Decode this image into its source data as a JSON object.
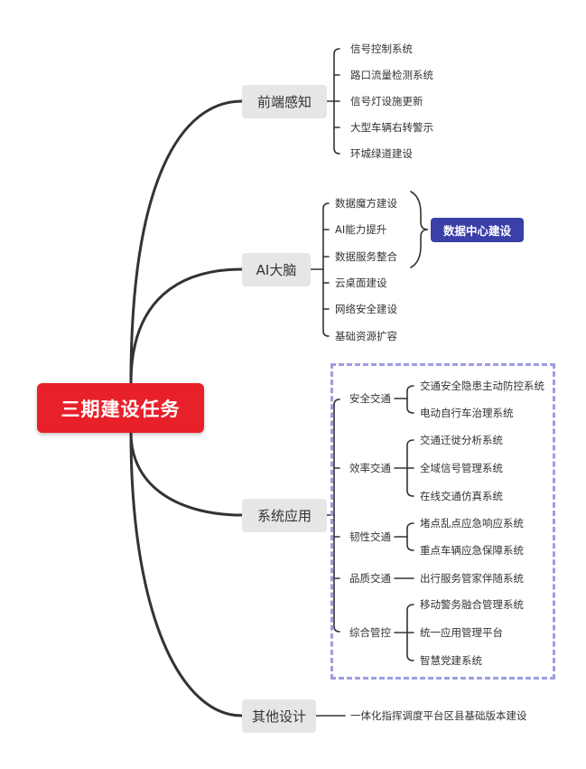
{
  "root": "三期建设任务",
  "branches": [
    {
      "label": "前端感知",
      "items": [
        "信号控制系统",
        "路口流量检测系统",
        "信号灯设施更新",
        "大型车辆右转警示",
        "环城绿道建设"
      ]
    },
    {
      "label": "AI大脑",
      "items": [
        "数据魔方建设",
        "AI能力提升",
        "数据服务整合",
        "云桌面建设",
        "网络安全建设",
        "基础资源扩容"
      ],
      "group_label": "数据中心建设"
    },
    {
      "label": "系统应用",
      "groups": [
        {
          "label": "安全交通",
          "items": [
            "交通安全隐患主动防控系统",
            "电动自行车治理系统"
          ]
        },
        {
          "label": "效率交通",
          "items": [
            "交通迁徙分析系统",
            "全域信号管理系统",
            "在线交通仿真系统"
          ]
        },
        {
          "label": "韧性交通",
          "items": [
            "堵点乱点应急响应系统",
            "重点车辆应急保障系统"
          ]
        },
        {
          "label": "品质交通",
          "items": [
            "出行服务管家伴随系统"
          ]
        },
        {
          "label": "综合管控",
          "items": [
            "移动警务融合管理系统",
            "统一应用管理平台",
            "智慧党建系统"
          ]
        }
      ]
    },
    {
      "label": "其他设计",
      "items": [
        "一体化指挥调度平台区县基础版本建设"
      ]
    }
  ],
  "colors": {
    "root": "#e8202a",
    "badge": "#3b3fa8",
    "dashed_border": "#9d9de2",
    "branch_bg": "#e6e6e6",
    "line": "#333333"
  }
}
